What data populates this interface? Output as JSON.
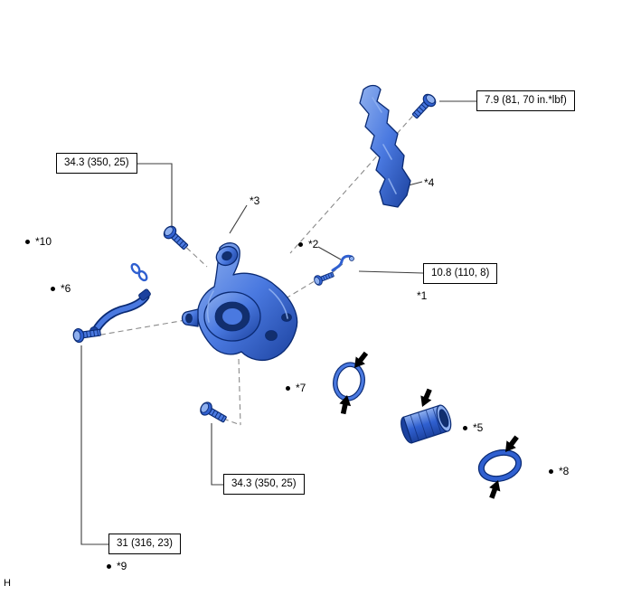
{
  "figure": {
    "type": "exploded-parts-diagram",
    "footer_letter": "H",
    "torque_specs": [
      {
        "id": "spec-shield-bolt",
        "text": "7.9 (81, 70 in.*lbf)"
      },
      {
        "id": "spec-knuckle-bolt-upper",
        "text": "34.3 (350, 25)"
      },
      {
        "id": "spec-union-bolt",
        "text": "10.8 (110, 8)"
      },
      {
        "id": "spec-knuckle-bolt-lower",
        "text": "34.3 (350, 25)"
      },
      {
        "id": "spec-hose-bolt",
        "text": "31 (316, 23)"
      }
    ],
    "callouts": [
      {
        "label": "*1",
        "bullet": false
      },
      {
        "label": "*2",
        "bullet": true
      },
      {
        "label": "*3",
        "bullet": false
      },
      {
        "label": "*4",
        "bullet": false
      },
      {
        "label": "*5",
        "bullet": true
      },
      {
        "label": "*6",
        "bullet": true
      },
      {
        "label": "*7",
        "bullet": true
      },
      {
        "label": "*8",
        "bullet": true
      },
      {
        "label": "*9",
        "bullet": true
      },
      {
        "label": "*10",
        "bullet": true
      }
    ]
  },
  "colors": {
    "part_fill": "#3060d0",
    "part_mid": "#4a79e0",
    "part_light": "#8fb0ef",
    "part_dark": "#1c429f",
    "part_outline": "#0a2a73",
    "hole": "#122f6e",
    "leader_line": "#3c3c3c",
    "dash_line": "#8a8a8a",
    "arrow": "#000000",
    "box_border": "#000000",
    "text": "#000000",
    "background": "#ffffff"
  }
}
